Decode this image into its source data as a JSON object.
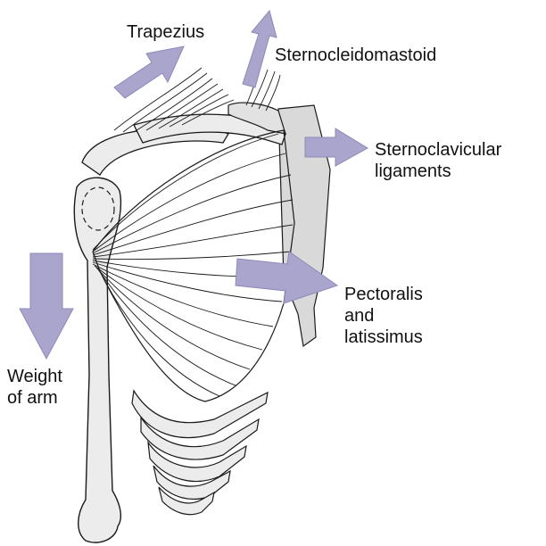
{
  "labels": {
    "trapezius": "Trapezius",
    "sternocleidomastoid": "Sternocleidomastoid",
    "sternoclavicular": [
      "Sternoclavicular",
      "ligaments"
    ],
    "pectoralis": [
      "Pectoralis",
      "and",
      "latissimus"
    ],
    "weight": [
      "Weight",
      "of arm"
    ]
  },
  "colors": {
    "arrow_fill": "#a9a5cc",
    "arrow_stroke": "#8e89b8",
    "bone_fill": "#ececec",
    "sternum_fill": "#d9d9d9",
    "line": "#1a1a1a"
  }
}
